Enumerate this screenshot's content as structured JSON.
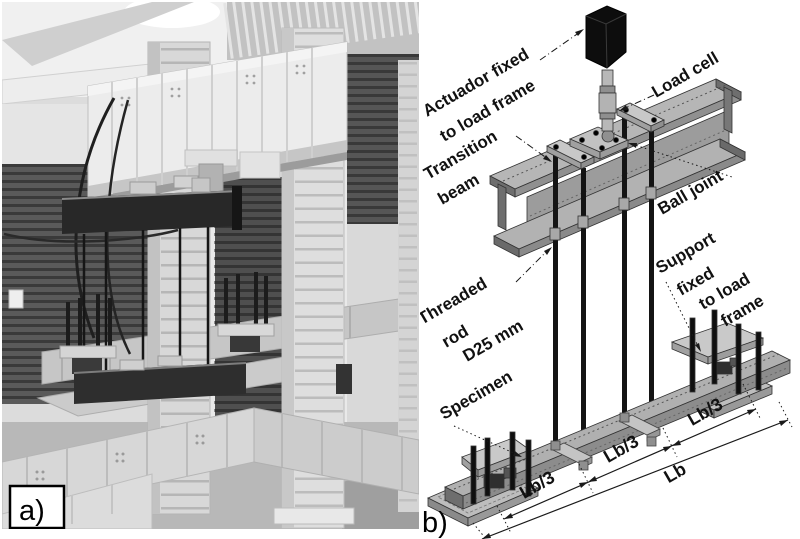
{
  "figure": {
    "panel_a_letter": "a)",
    "panel_b_letter": "b)"
  },
  "diagram": {
    "labels": {
      "actuator_line1": "Actuador fixed",
      "actuator_line2": "to load frame",
      "load_cell": "Load cell",
      "transition_line1": "Transition",
      "transition_line2": "beam",
      "ball_joint": "Ball joint",
      "rod_line1": "Threaded",
      "rod_line2": "rod",
      "rod_line3": "D25 mm",
      "specimen": "Specimen",
      "support_line1": "Support",
      "support_line2": "fixed",
      "support_line3": "to load",
      "support_line4": "frame",
      "dim_segment": "Lb/3",
      "dim_total": "Lb"
    },
    "colors": {
      "background": "#ffffff",
      "steel_light": "#c6c6c6",
      "steel_mid": "#9a9a9a",
      "steel_dark": "#6e6e6e",
      "rod_black": "#141414",
      "line": "#1a1a1a"
    }
  },
  "photo": {
    "colors": {
      "wall": "#e9e9e9",
      "shutter": "#555555",
      "frame_steel": "#d8d8d8",
      "dark_beam": "#282828"
    }
  }
}
